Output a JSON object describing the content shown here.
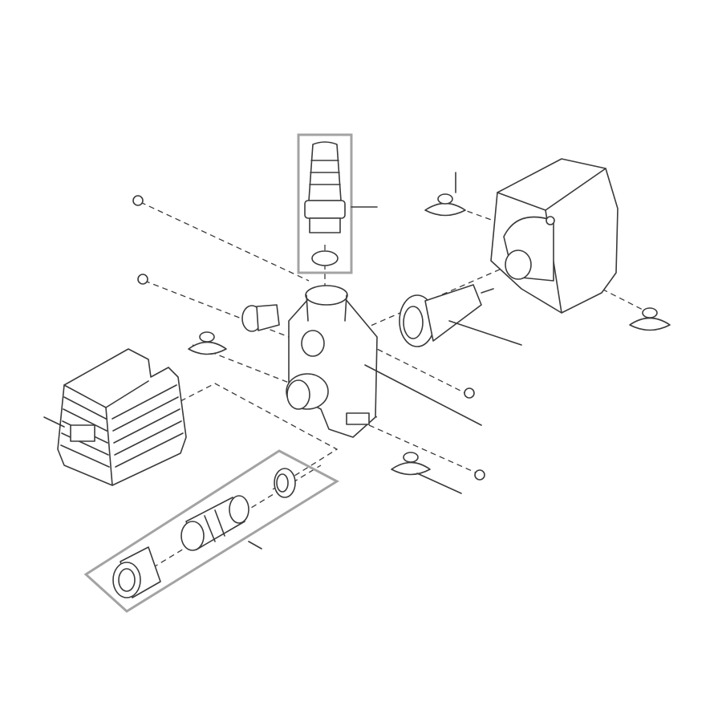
{
  "colors": {
    "background": "#ffffff",
    "line": "#3a3a3a",
    "highlight_frame": "#a3a3a3"
  },
  "icons": [
    "hose-barb-part",
    "o-ring-part",
    "pump-body-part",
    "impeller-part",
    "motor-housing-part",
    "pre-filter-cover-part",
    "suction-cup-part",
    "screw-part",
    "union-nut-part"
  ]
}
